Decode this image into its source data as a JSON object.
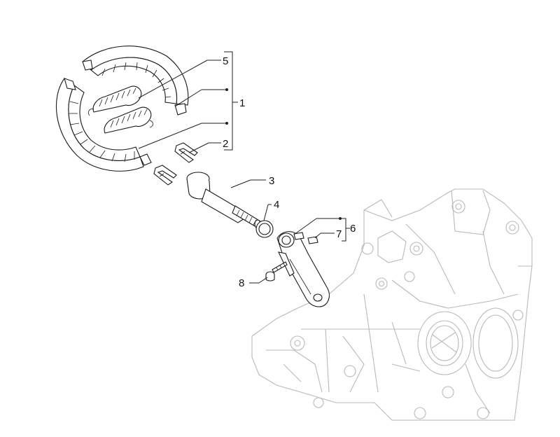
{
  "callouts": {
    "c1": "1",
    "c2": "2",
    "c3": "3",
    "c4": "4",
    "c5": "5",
    "c6": "6",
    "c7": "7",
    "c8": "8"
  },
  "icons": {
    "brake_shoes": "brake-shoe-set-icon",
    "spring": "return-spring-icon",
    "clip": "retaining-clip-icon",
    "cam": "brake-cam-shaft-icon",
    "washer": "seal-ring-icon",
    "lever": "brake-lever-icon",
    "bolt": "bolt-icon",
    "housing": "crankcase-housing-icon"
  },
  "colors": {
    "line": "#1a1a1a",
    "ghost": "#b9b9b9",
    "background": "#ffffff"
  }
}
